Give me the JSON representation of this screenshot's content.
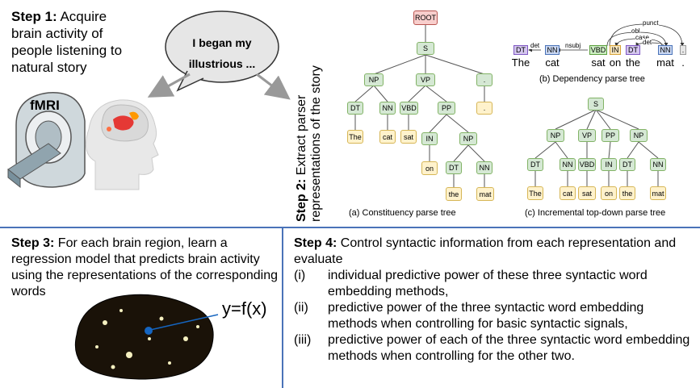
{
  "step1": {
    "bold": "Step 1:",
    "text": " Acquire brain activity of people listening to natural story"
  },
  "speech_text": {
    "line1": "I began my",
    "line2": "illustrious ..."
  },
  "fmri_label": "fMRI",
  "step2": {
    "bold": "Step 2:",
    "text": " Extract parser representations of the story"
  },
  "step3": {
    "bold": "Step 3:",
    "text": " For each brain region, learn a regression model that predicts brain activity using the representations of the corresponding words"
  },
  "equation": "y=f(x)",
  "step4": {
    "bold": "Step 4:",
    "text": " Control syntactic information from each representation and evaluate",
    "items": [
      {
        "num": "(i)",
        "text": "individual predictive power of these three syntactic word embedding methods,"
      },
      {
        "num": "(ii)",
        "text": "predictive power of the three syntactic word embedding methods when controlling for basic syntactic signals,"
      },
      {
        "num": "(iii)",
        "text": "predictive power of each of the three syntactic word embedding methods when controlling for the other two."
      }
    ]
  },
  "constituency": {
    "caption": "(a) Constituency parse tree",
    "root": "ROOT",
    "S": "S",
    "NP": "NP",
    "VP": "VP",
    "dot_tag": ".",
    "DT": "DT",
    "NN": "NN",
    "VBD": "VBD",
    "PP": "PP",
    "IN": "IN",
    "NP2": "NP",
    "DT2": "DT",
    "NN2": "NN",
    "words": {
      "the": "The",
      "cat": "cat",
      "sat": "sat",
      "on": "on",
      "the2": "the",
      "mat": "mat",
      "dot": "."
    }
  },
  "dependency": {
    "caption": "(b) Dependency parse tree",
    "tags": [
      "DT",
      "NN",
      "VBD",
      "IN",
      "DT",
      "NN",
      "."
    ],
    "words": [
      "The",
      "cat",
      "sat",
      "on",
      "the",
      "mat",
      "."
    ],
    "arcs": [
      "det",
      "nsubj",
      "punct",
      "obl",
      "case",
      "det"
    ]
  },
  "incremental": {
    "caption": "(c) Incremental top-down parse tree",
    "S": "S",
    "tags_mid": [
      "NP",
      "VP",
      "PP",
      "NP"
    ],
    "tags_low": [
      "DT",
      "NN",
      "VBD",
      "IN",
      "DT",
      "NN"
    ],
    "words": [
      "The",
      "cat",
      "sat",
      "on",
      "the",
      "mat"
    ]
  },
  "colors": {
    "grey_node": "#d5e8d4",
    "grey_border": "#82b366",
    "word_fill": "#fff2cc",
    "word_border": "#d6b656",
    "root_fill": "#f8cecc",
    "root_border": "#b85450",
    "divider": "#4a73b8"
  }
}
